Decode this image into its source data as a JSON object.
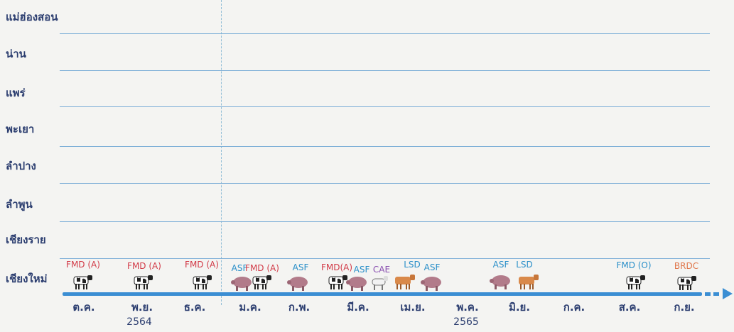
{
  "provinces": [
    "แม่ฮ่องสอน",
    "น่าน",
    "แพร่",
    "พะเยา",
    "ลำปาง",
    "ลำพูน",
    "เชียงราย",
    "เชียงใหม่"
  ],
  "months": [
    "ต.ค.",
    "พ.ย.",
    "ธ.ค.",
    "ม.ค.",
    "ก.พ.",
    "มี.ค.",
    "เม.ย.",
    "พ.ค.",
    "มิ.ย.",
    "ก.ค.",
    "ส.ค.",
    "ก.ย."
  ],
  "years": [
    "2564",
    "2565"
  ],
  "events": [
    {
      "label": "FMD (A)",
      "color": "#d23b48",
      "month": "ต.ค.",
      "animal": "dairy-cow"
    },
    {
      "label": "FMD (A)",
      "color": "#d23b48",
      "month": "พ.ย.",
      "animal": "dairy-cow"
    },
    {
      "label": "FMD (A)",
      "color": "#d23b48",
      "month": "ธ.ค.",
      "animal": "dairy-cow"
    },
    {
      "label": "ASF",
      "color": "#2a8fc9",
      "month": "ม.ค.",
      "animal": "pig"
    },
    {
      "label": "FMD (A)",
      "color": "#d23b48",
      "month": "ม.ค.",
      "animal": "dairy-cow"
    },
    {
      "label": "ASF",
      "color": "#2a8fc9",
      "month": "ก.พ.",
      "animal": "pig"
    },
    {
      "label": "FMD(A)",
      "color": "#d23b48",
      "month": "มี.ค.",
      "animal": "dairy-cow"
    },
    {
      "label": "ASF",
      "color": "#2a8fc9",
      "month": "มี.ค.",
      "animal": "pig"
    },
    {
      "label": "CAE",
      "color": "#8a4fb0",
      "month": "มี.ค.",
      "animal": "goat"
    },
    {
      "label": "LSD",
      "color": "#2a8fc9",
      "month": "เม.ย.",
      "animal": "beef-cow"
    },
    {
      "label": "ASF",
      "color": "#2a8fc9",
      "month": "เม.ย.",
      "animal": "pig"
    },
    {
      "label": "ASF",
      "color": "#2a8fc9",
      "month": "มิ.ย.",
      "animal": "pig"
    },
    {
      "label": "LSD",
      "color": "#2a8fc9",
      "month": "มิ.ย.",
      "animal": "beef-cow"
    },
    {
      "label": "FMD (O)",
      "color": "#2a8fc9",
      "month": "ส.ค.",
      "animal": "dairy-cow"
    },
    {
      "label": "BRDC",
      "color": "#e0764a",
      "month": "ก.ย.",
      "animal": "dairy-cow"
    }
  ]
}
